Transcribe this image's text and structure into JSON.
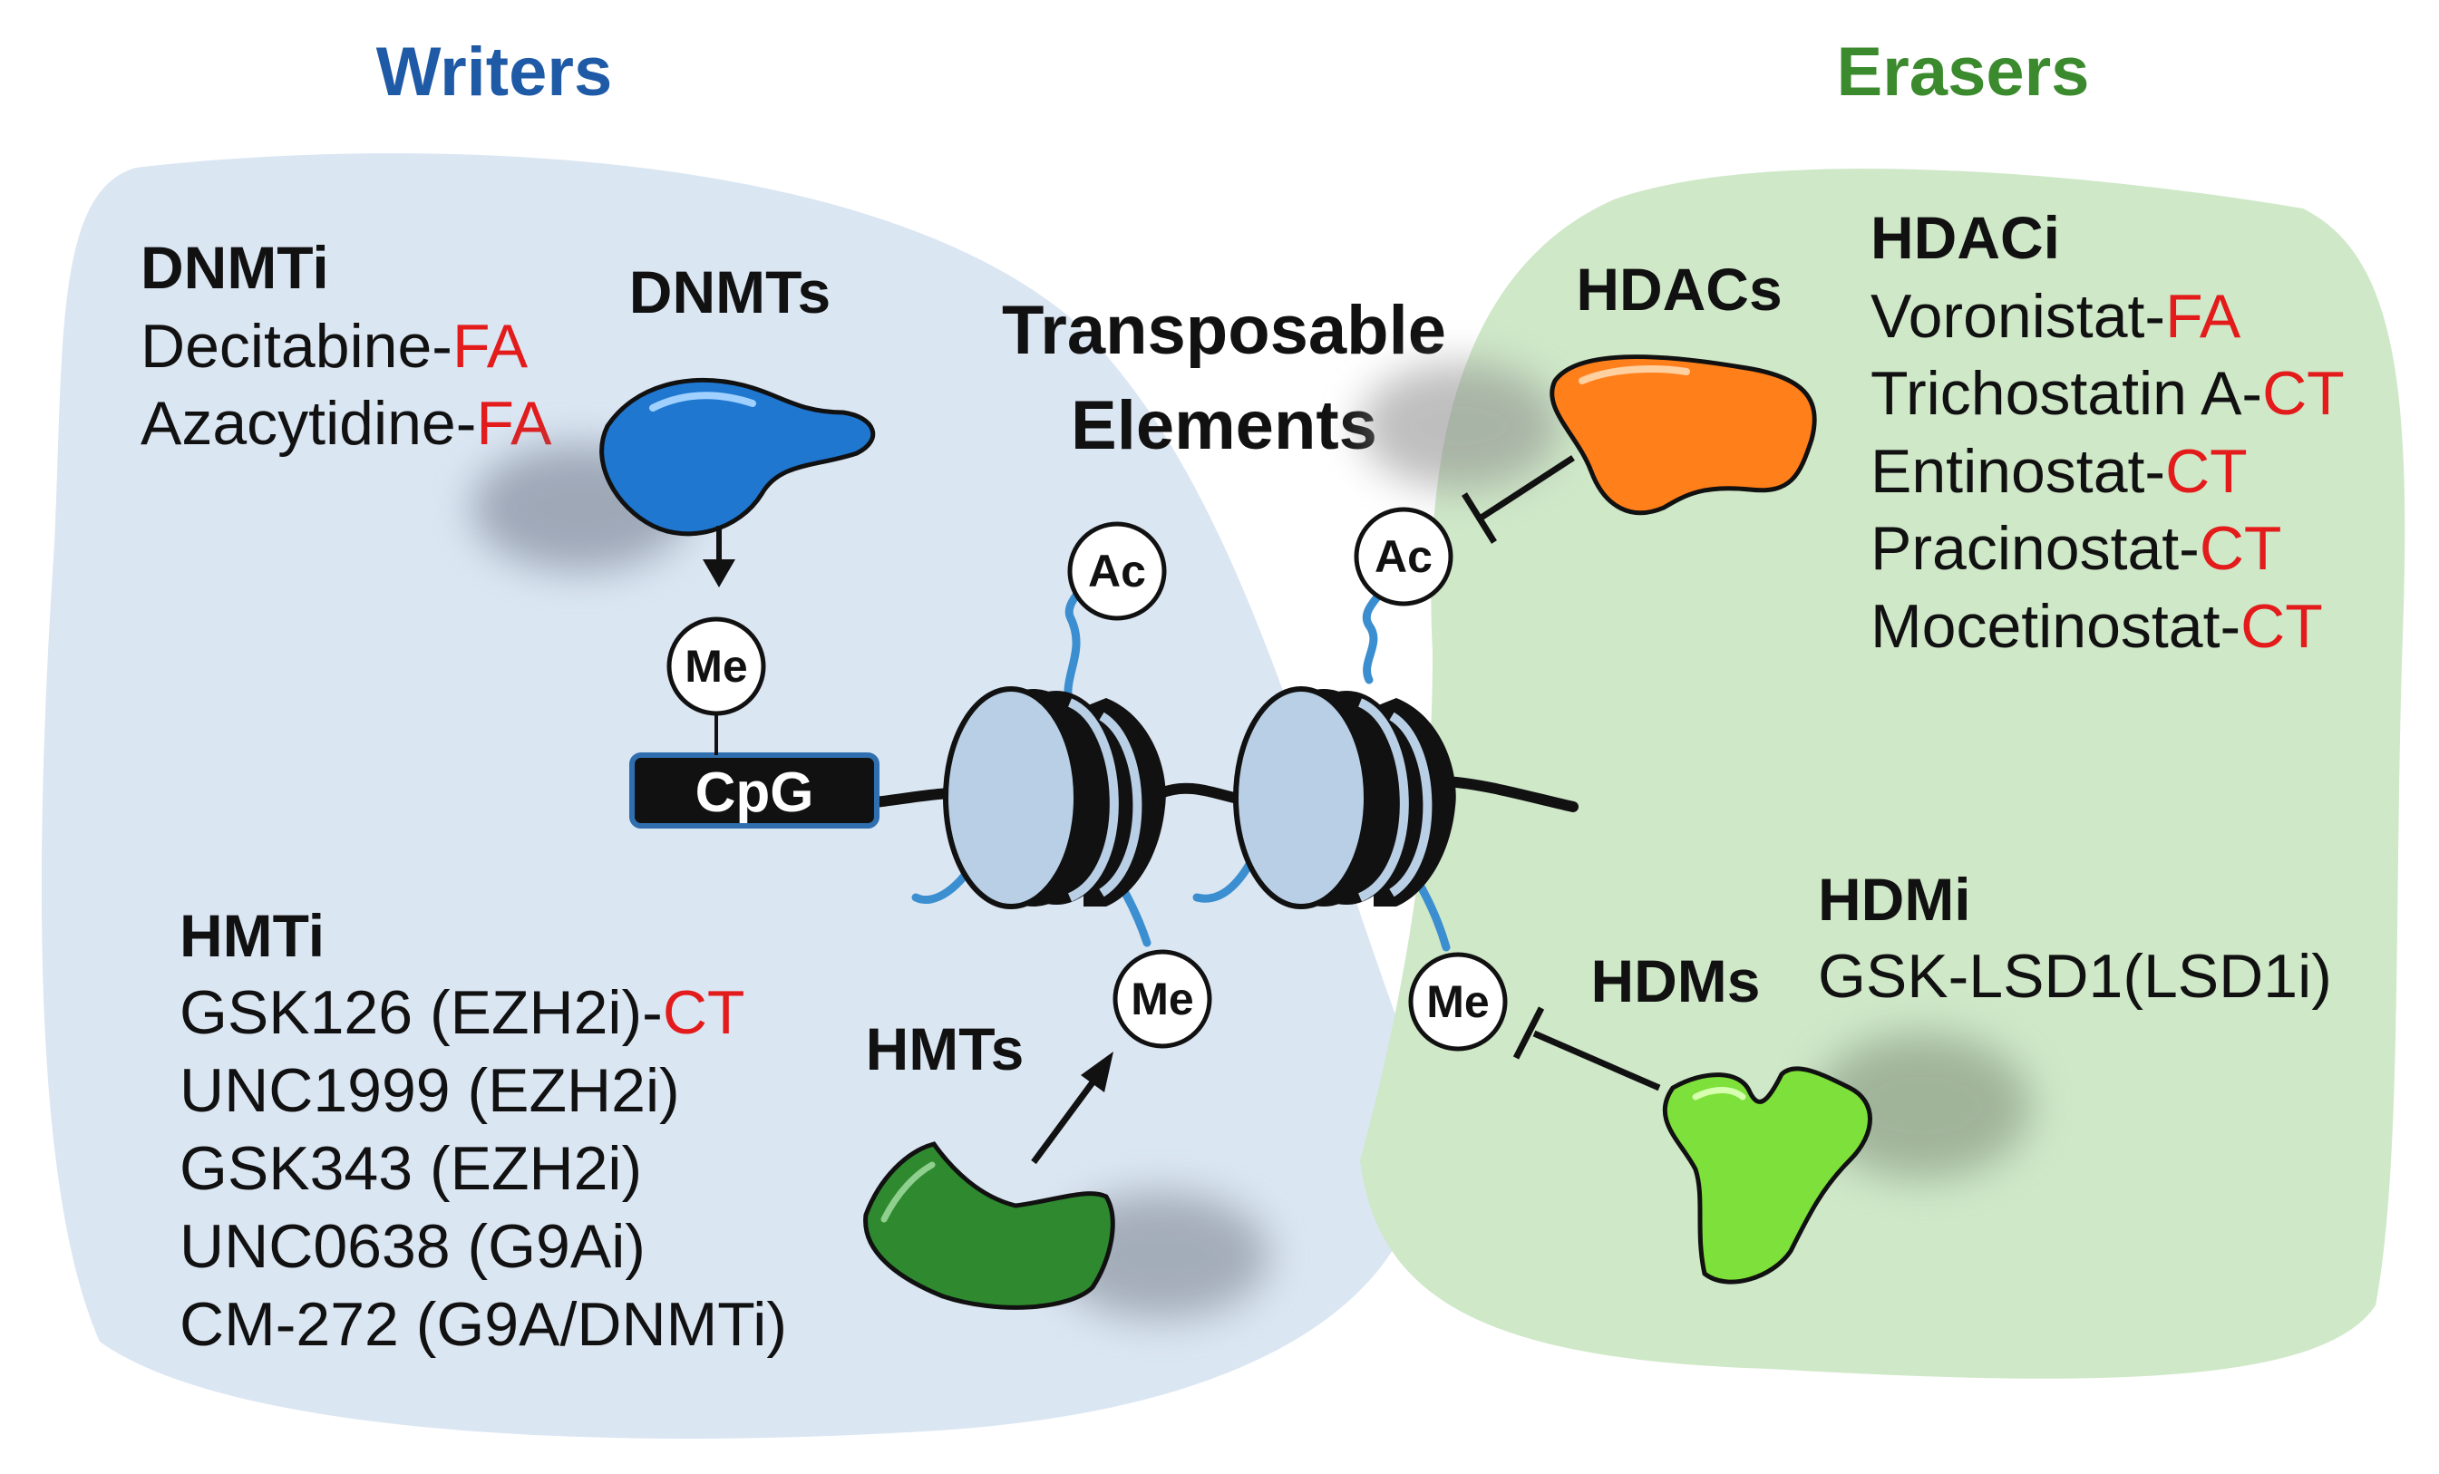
{
  "headers": {
    "writers": "Writers",
    "erasers": "Erasers"
  },
  "center": {
    "line1": "Transposable",
    "line2": "Elements"
  },
  "dnmti": {
    "title": "DNMTi",
    "drugs": [
      {
        "name": "Decitabine-",
        "tag": "FA"
      },
      {
        "name": "Azacytidine-",
        "tag": "FA"
      }
    ]
  },
  "hdaci": {
    "title": "HDACi",
    "drugs": [
      {
        "name": "Voronistat-",
        "tag": "FA"
      },
      {
        "name": "Trichostatin A-",
        "tag": "CT"
      },
      {
        "name": "Entinostat-",
        "tag": "CT"
      },
      {
        "name": "Pracinostat-",
        "tag": "CT"
      },
      {
        "name": "Mocetinostat-",
        "tag": "CT"
      }
    ]
  },
  "hmti": {
    "title": "HMTi",
    "drugs": [
      {
        "name": "GSK126 (EZH2i)-",
        "tag": "CT"
      },
      {
        "name": "UNC1999 (EZH2i)",
        "tag": ""
      },
      {
        "name": "GSK343 (EZH2i)",
        "tag": ""
      },
      {
        "name": "UNC0638 (G9Ai)",
        "tag": ""
      },
      {
        "name": "CM-272 (G9A/DNMTi)",
        "tag": ""
      }
    ]
  },
  "hdmi": {
    "title": "HDMi",
    "drugs": [
      {
        "name": "GSK-LSD1(LSD1i)",
        "tag": ""
      }
    ]
  },
  "enzymes": {
    "dnmts": "DNMTs",
    "hdacs": "HDACs",
    "hmts": "HMTs",
    "hdms": "HDMs"
  },
  "marks": {
    "me": "Me",
    "ac": "Ac",
    "cpg": "CpG"
  },
  "colors": {
    "writers_region": "#dbe6f3",
    "erasers_region": "#cfe8c8",
    "dnmts": "#1f77d0",
    "hdacs": "#ff7f1a",
    "hmts": "#2f8a2f",
    "hdms": "#7ee03a",
    "nucleosome": "#b8cfe6",
    "tail": "#3b8fd0",
    "writers_text": "#1f5aa6",
    "erasers_text": "#3b8a2e",
    "drug_tag": "#e31b1b"
  }
}
